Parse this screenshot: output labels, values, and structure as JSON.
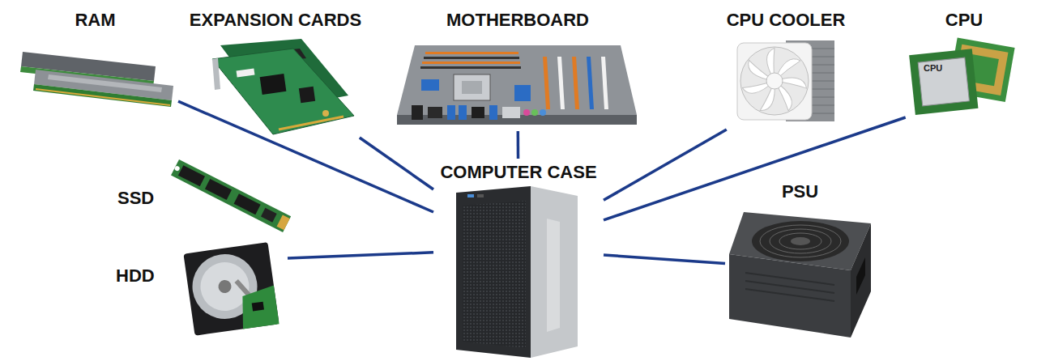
{
  "diagram": {
    "nodes": [
      {
        "text": [
          "RAM"
        ]
      },
      {
        "text": [
          "EXPANSION CARDS"
        ]
      },
      {
        "text": [
          "MOTHERBOARD"
        ]
      },
      {
        "text": [
          "CPU COOLER"
        ]
      },
      {
        "text": [
          "CPU"
        ]
      },
      {
        "text": [
          "SSD"
        ]
      },
      {
        "text": [
          "COMPUTER CASE"
        ]
      },
      {
        "text": [
          "PSU"
        ]
      },
      {
        "text": [
          "HDD"
        ]
      }
    ],
    "edges": [
      {
        "from": 0,
        "to": 6,
        "arrow": "none"
      },
      {
        "from": 1,
        "to": 6,
        "arrow": "none"
      },
      {
        "from": 2,
        "to": 6,
        "arrow": "none"
      },
      {
        "from": 3,
        "to": 6,
        "arrow": "none"
      },
      {
        "from": 4,
        "to": 6,
        "arrow": "none"
      },
      {
        "from": 8,
        "to": 6,
        "arrow": "none"
      },
      {
        "from": 7,
        "to": 6,
        "arrow": "none"
      }
    ],
    "labels": [
      "CPU"
    ]
  }
}
